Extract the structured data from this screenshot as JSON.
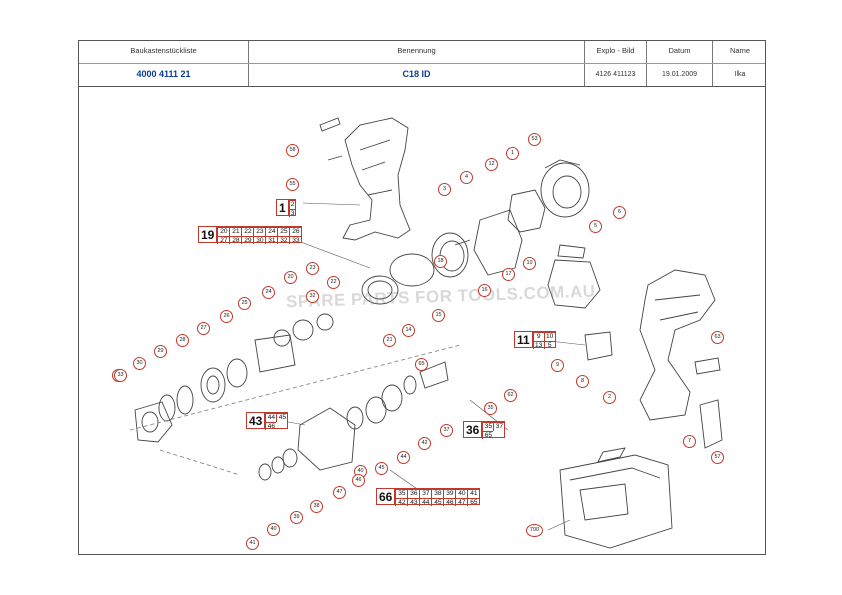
{
  "header": {
    "col1_label": "Baukastenstückliste",
    "col1_value": "4000 4111 21",
    "col2_label": "Benennung",
    "col2_value": "C18 ID",
    "col3_label": "Explo - Bild",
    "col3_value": "4126 411123",
    "col4_label": "Datum",
    "col4_value": "19.01.2009",
    "col5_label": "Name",
    "col5_value": "Ilka"
  },
  "watermark": "SPARE PARTS FOR TOOLS.COM.AU",
  "groups": {
    "g1": {
      "main": "1",
      "cells": [
        "2",
        "3"
      ]
    },
    "g19": {
      "main": "19",
      "cells": [
        "20",
        "21",
        "22",
        "23",
        "24",
        "25",
        "26",
        "27",
        "28",
        "29",
        "30",
        "31",
        "32",
        "33"
      ]
    },
    "g11": {
      "main": "11",
      "cells": [
        "9",
        "10",
        "13",
        "5"
      ]
    },
    "g43": {
      "main": "43",
      "cells": [
        "44",
        "45",
        "46"
      ]
    },
    "g36": {
      "main": "36",
      "cells": [
        "35",
        "37",
        "65"
      ]
    },
    "g66": {
      "main": "66",
      "cells": [
        "35",
        "36",
        "37",
        "38",
        "39",
        "40",
        "41",
        "42",
        "43",
        "44",
        "45",
        "46",
        "47",
        "65"
      ]
    }
  },
  "callouts": [
    {
      "id": "c58",
      "label": "58"
    },
    {
      "id": "c55",
      "label": "55"
    },
    {
      "id": "c4",
      "label": "4"
    },
    {
      "id": "c3",
      "label": "3"
    },
    {
      "id": "c12",
      "label": "12"
    },
    {
      "id": "c1",
      "label": "1"
    },
    {
      "id": "c53",
      "label": "53"
    },
    {
      "id": "c6",
      "label": "6"
    },
    {
      "id": "c5",
      "label": "5"
    },
    {
      "id": "c17",
      "label": "17"
    },
    {
      "id": "c18",
      "label": "18"
    },
    {
      "id": "c16",
      "label": "16"
    },
    {
      "id": "c15",
      "label": "15"
    },
    {
      "id": "c10",
      "label": "10"
    },
    {
      "id": "c14",
      "label": "14"
    },
    {
      "id": "c21",
      "label": "21"
    },
    {
      "id": "c22",
      "label": "22"
    },
    {
      "id": "c20",
      "label": "20"
    },
    {
      "id": "c23",
      "label": "23"
    },
    {
      "id": "c24",
      "label": "24"
    },
    {
      "id": "c25",
      "label": "25"
    },
    {
      "id": "c26",
      "label": "26"
    },
    {
      "id": "c27",
      "label": "27"
    },
    {
      "id": "c28",
      "label": "28"
    },
    {
      "id": "c29",
      "label": "29"
    },
    {
      "id": "c30",
      "label": "30"
    },
    {
      "id": "c31",
      "label": "31"
    },
    {
      "id": "c32",
      "label": "32"
    },
    {
      "id": "c33",
      "label": "33"
    },
    {
      "id": "c9",
      "label": "9"
    },
    {
      "id": "c8",
      "label": "8"
    },
    {
      "id": "c2",
      "label": "2"
    },
    {
      "id": "c63",
      "label": "63"
    },
    {
      "id": "c62",
      "label": "62"
    },
    {
      "id": "c7",
      "label": "7"
    },
    {
      "id": "c57",
      "label": "57"
    },
    {
      "id": "c35",
      "label": "35"
    },
    {
      "id": "c65",
      "label": "65"
    },
    {
      "id": "c37",
      "label": "37"
    },
    {
      "id": "c42",
      "label": "42"
    },
    {
      "id": "c40",
      "label": "40"
    },
    {
      "id": "c44",
      "label": "44"
    },
    {
      "id": "c45",
      "label": "45"
    },
    {
      "id": "c46",
      "label": "46"
    },
    {
      "id": "c47",
      "label": "47"
    },
    {
      "id": "c38",
      "label": "38"
    },
    {
      "id": "c39",
      "label": "39"
    },
    {
      "id": "c40b",
      "label": "40"
    },
    {
      "id": "c41",
      "label": "41"
    },
    {
      "id": "c700",
      "label": "700"
    }
  ]
}
